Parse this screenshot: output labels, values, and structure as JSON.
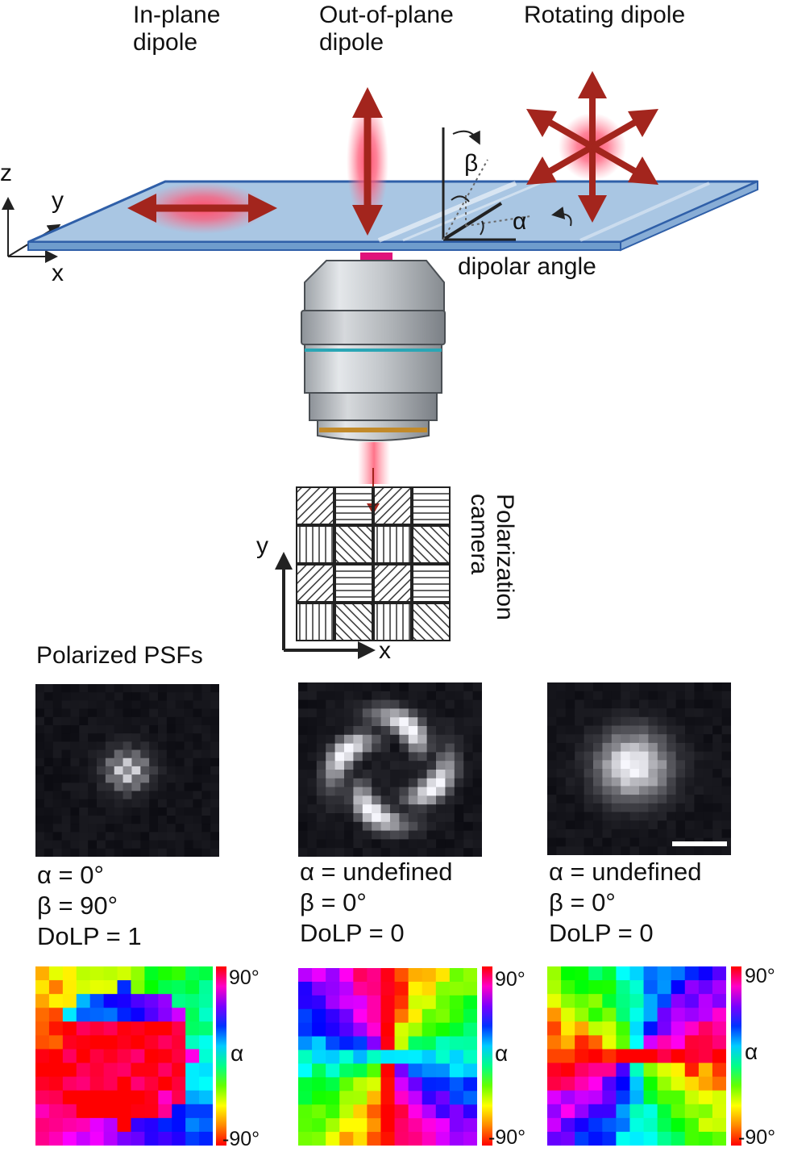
{
  "diagram": {
    "dipoles": {
      "in_plane": [
        "In-plane",
        "dipole"
      ],
      "out_of_plane": [
        "Out-of-plane",
        "dipole"
      ],
      "rotating": "Rotating dipole"
    },
    "axes_3d": {
      "z": "z",
      "y": "y",
      "x": "x"
    },
    "angles": {
      "beta": "β",
      "alpha": "α",
      "caption": "dipolar angle"
    },
    "camera": {
      "label": [
        "Polarization",
        "camera"
      ],
      "axis_y": "y",
      "axis_x": "x"
    },
    "psf_heading": "Polarized PSFs"
  },
  "panels": [
    {
      "alpha": "α = 0°",
      "beta": "β = 90°",
      "dolp": "DoLP = 1"
    },
    {
      "alpha": "α = undefined",
      "beta": "β = 0°",
      "dolp": "DoLP = 0"
    },
    {
      "alpha": "α = undefined",
      "beta": "β = 0°",
      "dolp": "DoLP = 0"
    }
  ],
  "colorbar": {
    "max": "90°",
    "label": "α",
    "min": "-90°"
  },
  "colors": {
    "arrow": "#a3251d",
    "glow": "#ff3355",
    "slide": "#a9c6e3",
    "slide_edge": "#2f5fa8"
  }
}
